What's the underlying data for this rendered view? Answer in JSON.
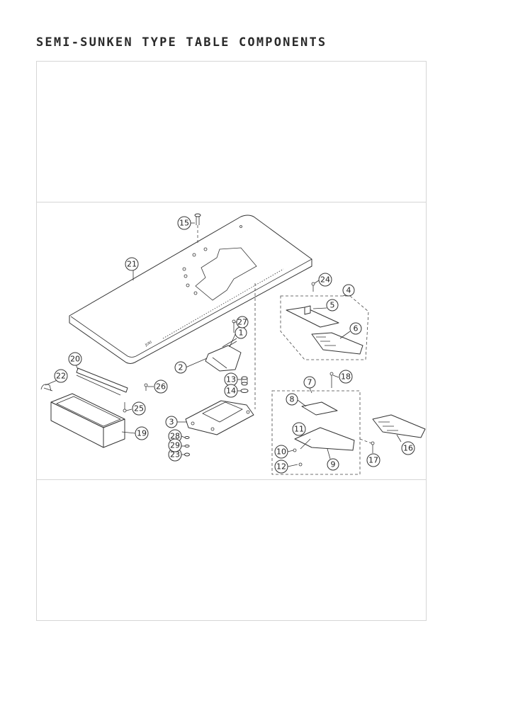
{
  "title": "SEMI-SUNKEN TYPE TABLE COMPONENTS",
  "table_mark": "JUKI",
  "callouts": {
    "p1": "1",
    "p2": "2",
    "p3": "3",
    "p4": "4",
    "p5": "5",
    "p6": "6",
    "p7": "7",
    "p8": "8",
    "p9": "9",
    "p10": "10",
    "p11": "11",
    "p12": "12",
    "p13": "13",
    "p14": "14",
    "p15": "15",
    "p16": "16",
    "p17": "17",
    "p18": "18",
    "p19": "19",
    "p20": "20",
    "p21": "21",
    "p22": "22",
    "p23": "23",
    "p24": "24",
    "p25": "25",
    "p26": "26",
    "p27": "27",
    "p28": "28",
    "p29": "29"
  }
}
